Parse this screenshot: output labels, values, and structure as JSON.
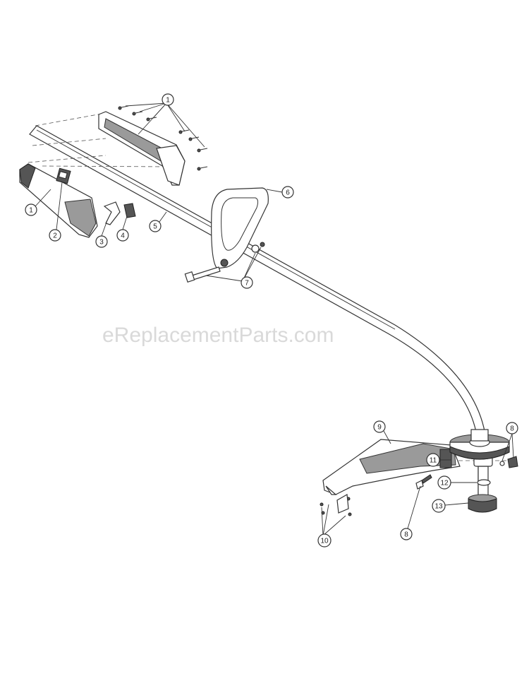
{
  "watermark": "eReplacementParts.com",
  "callouts": {
    "c1a": "1",
    "c1b": "1",
    "c2": "2",
    "c3": "3",
    "c4": "4",
    "c5": "5",
    "c6": "6",
    "c7": "7",
    "c8a": "8",
    "c8b": "8",
    "c9": "9",
    "c10": "10",
    "c11": "11",
    "c12": "12",
    "c13": "13"
  }
}
